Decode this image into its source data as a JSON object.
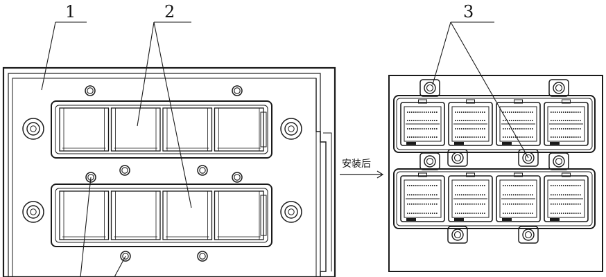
{
  "callouts": {
    "one": "1",
    "two": "2",
    "three": "3"
  },
  "arrow_label": "安装后",
  "left_panel": {
    "slot_rows": 2,
    "slots_per_row": 4,
    "side_mount_holes": 4,
    "screw_holes": 8
  },
  "right_panel": {
    "connector_rows": 2,
    "connectors_per_row": 4
  }
}
